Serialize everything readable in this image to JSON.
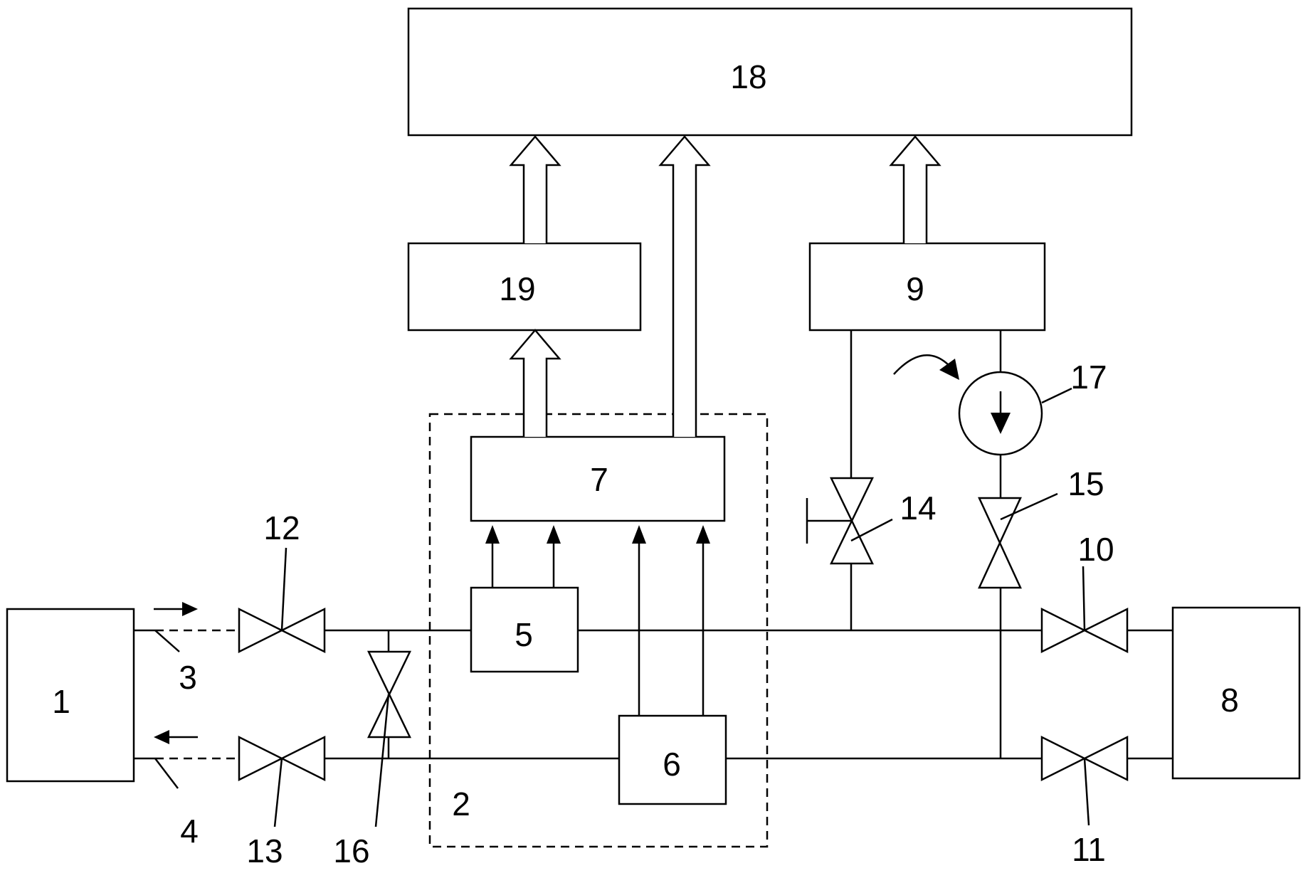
{
  "diagram": {
    "labels": {
      "n1": "1",
      "n2": "2",
      "n3": "3",
      "n4": "4",
      "n5": "5",
      "n6": "6",
      "n7": "7",
      "n8": "8",
      "n9": "9",
      "n10": "10",
      "n11": "11",
      "n12": "12",
      "n13": "13",
      "n14": "14",
      "n15": "15",
      "n16": "16",
      "n17": "17",
      "n18": "18",
      "n19": "19"
    }
  }
}
